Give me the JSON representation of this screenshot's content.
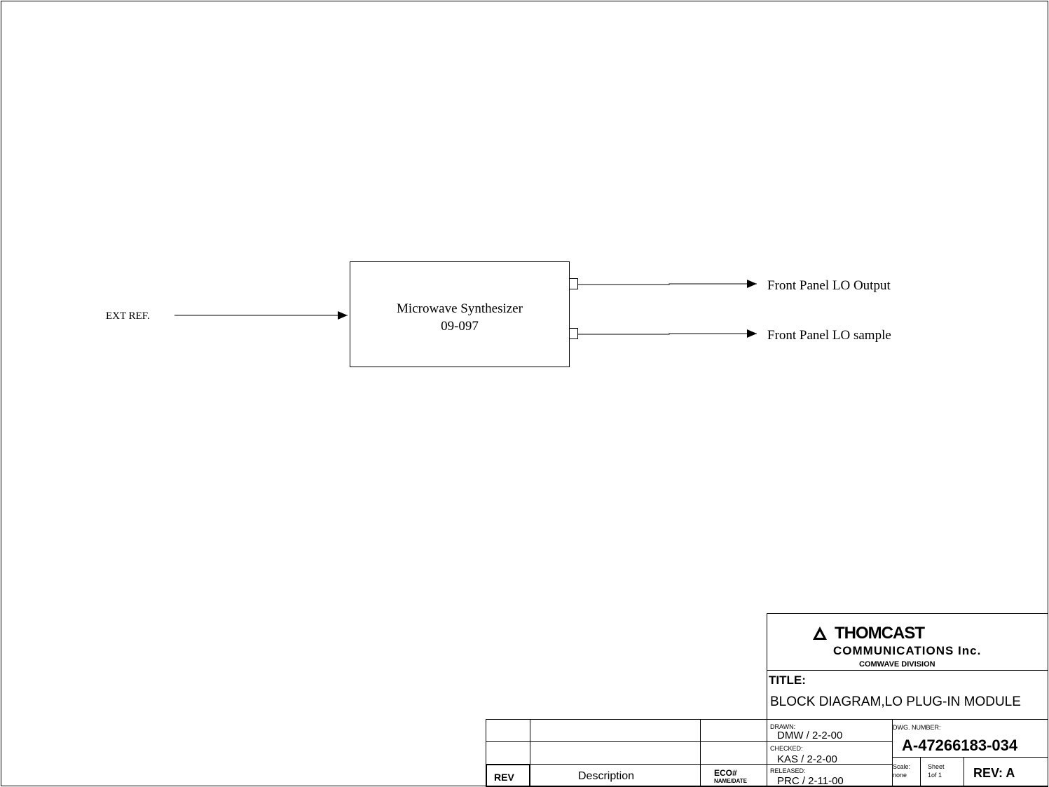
{
  "diagram": {
    "input_label": "EXT REF.",
    "block": {
      "name": "Microwave Synthesizer",
      "part_number": "09-097"
    },
    "outputs": [
      {
        "label": "Front Panel LO Output"
      },
      {
        "label": "Front Panel LO sample"
      }
    ]
  },
  "title_block": {
    "company_name": "THOMCAST",
    "company_sub": "COMMUNICATIONS Inc.",
    "division": "COMWAVE DIVISION",
    "title_label": "TITLE:",
    "title": "BLOCK DIAGRAM,LO PLUG-IN MODULE",
    "drawn_label": "DRAWN:",
    "drawn_value": "DMW / 2-2-00",
    "checked_label": "CHECKED:",
    "checked_value": "KAS / 2-2-00",
    "released_label": "RELEASED:",
    "released_value": "PRC / 2-11-00",
    "dwg_number_label": "DWG. NUMBER:",
    "dwg_number": "A-47266183-034",
    "scale_label": "Scale:",
    "scale_value": "none",
    "sheet_label": "Sheet",
    "sheet_value": "1of 1",
    "rev": "REV: A"
  },
  "revision_table": {
    "rev_header": "REV",
    "description_header": "Description",
    "eco_header": "ECO#",
    "name_date_header": "NAME/DATE"
  }
}
